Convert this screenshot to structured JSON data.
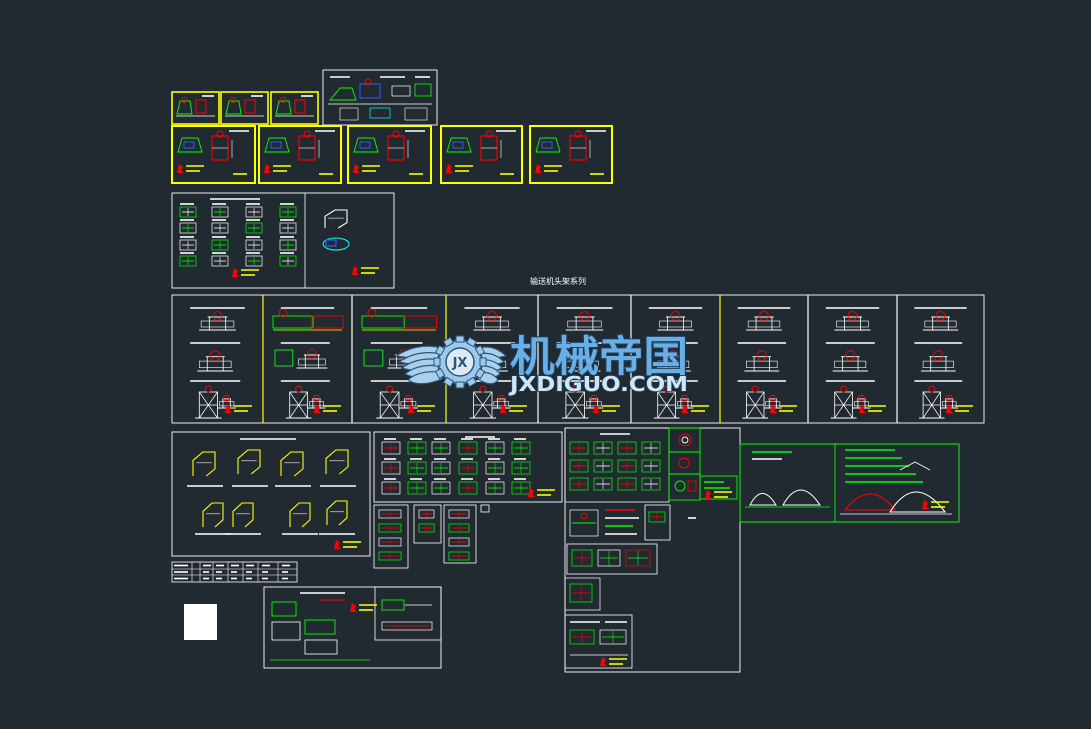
{
  "canvas": {
    "background": "#222a31"
  },
  "colors": {
    "yellow": "#ffff00",
    "white": "#ffffff",
    "green": "#00ff00",
    "red": "#ff0000",
    "cyan": "#00ffff",
    "blue": "#2f5bff",
    "grey": "#c8c8c8"
  },
  "title": "输送机头架系列",
  "watermark": {
    "logo_letters": "JX",
    "brand_cn": "机械帝国",
    "brand_url": "JXDIGUO.COM"
  }
}
